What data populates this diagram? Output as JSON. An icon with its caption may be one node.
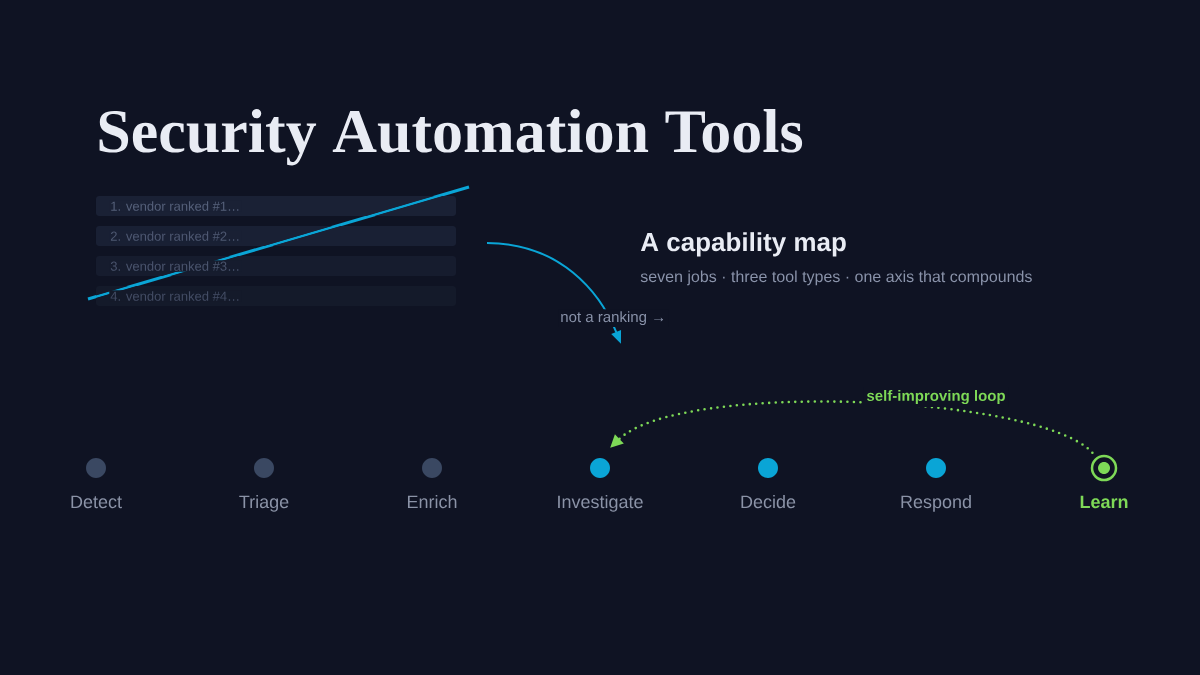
{
  "diagram": {
    "title": "Security Automation Tools",
    "nodes": [
      {
        "text": [
          "1. vendor ranked #1…"
        ]
      },
      {
        "text": [
          "2. vendor ranked #2…"
        ]
      },
      {
        "text": [
          "3. vendor ranked #3…"
        ]
      },
      {
        "text": [
          "4. vendor ranked #4…"
        ]
      },
      {
        "text": [
          "Detect"
        ]
      },
      {
        "text": [
          "Triage"
        ]
      },
      {
        "text": [
          "Enrich"
        ]
      },
      {
        "text": [
          "Investigate"
        ]
      },
      {
        "text": [
          "Decide"
        ]
      },
      {
        "text": [
          "Respond"
        ]
      },
      {
        "text": [
          "Learn"
        ]
      }
    ],
    "edges": [
      {
        "from": 10,
        "to": 7,
        "arrow": "to",
        "label": "self-improving loop",
        "style": "dashed",
        "color": "#7ed957"
      }
    ],
    "labels": [
      "A capability map",
      "seven jobs · three tool types · one axis that compounds",
      "not a ranking →"
    ]
  }
}
